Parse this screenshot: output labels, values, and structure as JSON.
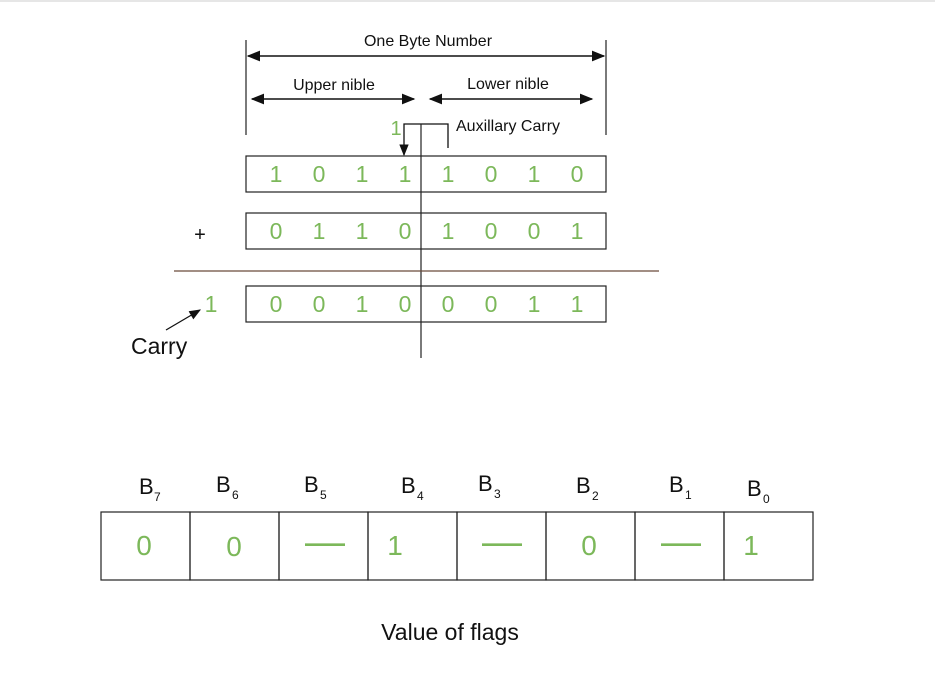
{
  "diagram": {
    "title": "One Byte Number",
    "upper_label": "Upper nible",
    "lower_label": "Lower nible",
    "aux_carry_label": "Auxillary Carry",
    "aux_carry_bit": "1",
    "plus_sign": "+",
    "carry_bit": "1",
    "carry_label": "Carry",
    "rows": [
      [
        "1",
        "0",
        "1",
        "1",
        "1",
        "0",
        "1",
        "0"
      ],
      [
        "0",
        "1",
        "1",
        "0",
        "1",
        "0",
        "0",
        "1"
      ],
      [
        "0",
        "0",
        "1",
        "0",
        "0",
        "0",
        "1",
        "1"
      ]
    ]
  },
  "flags": {
    "caption": "Value of flags",
    "cells": [
      {
        "label": "B",
        "sub": "7",
        "value": "0"
      },
      {
        "label": "B",
        "sub": "6",
        "value": "0"
      },
      {
        "label": "B",
        "sub": "5",
        "value": "—"
      },
      {
        "label": "B",
        "sub": "4",
        "value": "1"
      },
      {
        "label": "B",
        "sub": "3",
        "value": "—"
      },
      {
        "label": "B",
        "sub": "2",
        "value": "0"
      },
      {
        "label": "B",
        "sub": "1",
        "value": "—"
      },
      {
        "label": "B",
        "sub": "0",
        "value": "1"
      }
    ]
  },
  "colors": {
    "bit_green": "#7cb85a",
    "line_dark": "#222222",
    "separator_brown": "#6b4a3a"
  }
}
